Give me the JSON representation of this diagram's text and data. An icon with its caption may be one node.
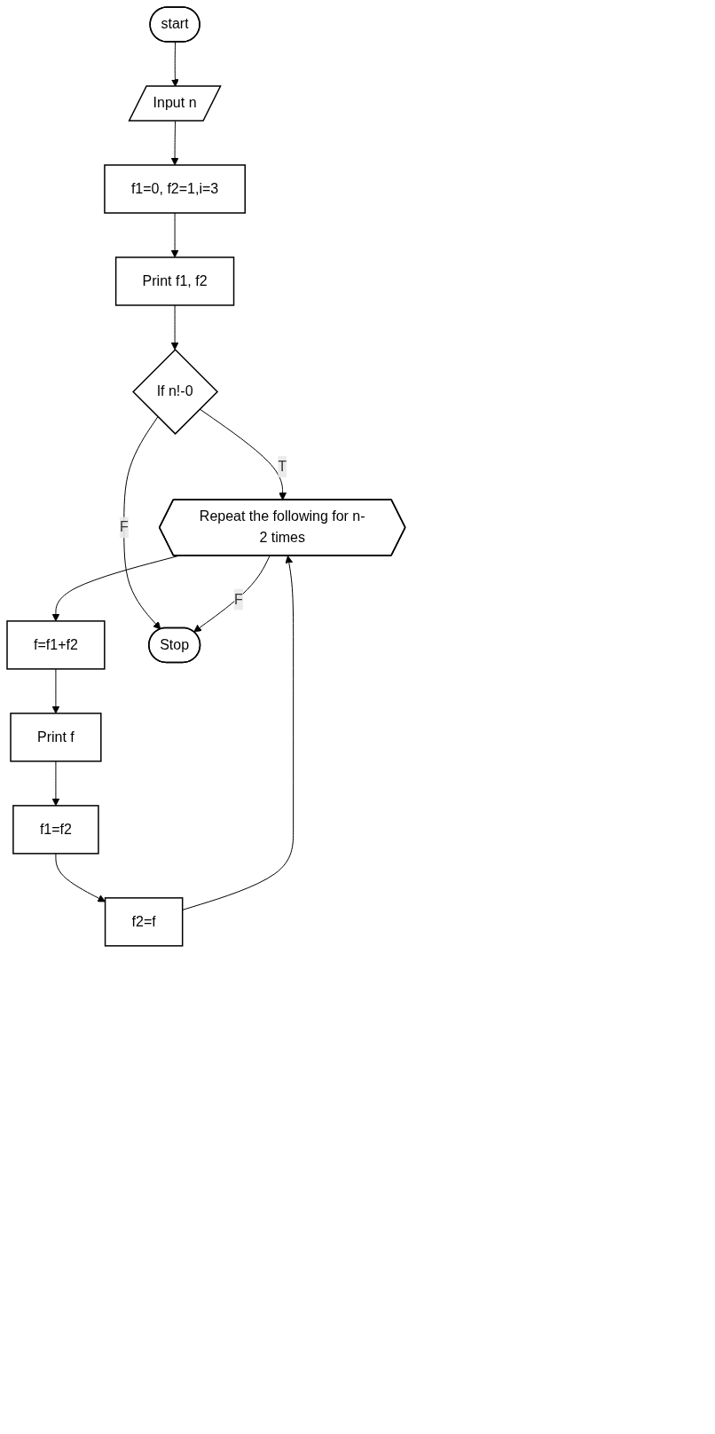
{
  "diagram": {
    "nodes": [
      {
        "text": [
          "start"
        ]
      },
      {
        "text": [
          "Input n"
        ]
      },
      {
        "text": [
          "f1=0, f2=1,i=3"
        ]
      },
      {
        "text": [
          "Print f1, f2"
        ]
      },
      {
        "text": [
          "If n!-0"
        ]
      },
      {
        "text": [
          "Repeat the following for n-2 times"
        ]
      },
      {
        "text": [
          "f=f1+f2"
        ]
      },
      {
        "text": [
          "Print  f"
        ]
      },
      {
        "text": [
          "f1=f2"
        ]
      },
      {
        "text": [
          "f2=f"
        ]
      },
      {
        "text": [
          "Stop"
        ]
      }
    ],
    "edges": [
      {
        "from": 0,
        "to": 1,
        "arrow": "to"
      },
      {
        "from": 1,
        "to": 2,
        "arrow": "to"
      },
      {
        "from": 2,
        "to": 3,
        "arrow": "to"
      },
      {
        "from": 3,
        "to": 4,
        "arrow": "to"
      },
      {
        "from": 4,
        "to": 5,
        "label": "T",
        "arrow": "to"
      },
      {
        "from": 4,
        "to": 10,
        "label": "F",
        "arrow": "to"
      },
      {
        "from": 5,
        "to": 6,
        "arrow": "to"
      },
      {
        "from": 6,
        "to": 7,
        "arrow": "to"
      },
      {
        "from": 7,
        "to": 8,
        "arrow": "to"
      },
      {
        "from": 8,
        "to": 9,
        "arrow": "to"
      },
      {
        "from": 9,
        "to": 5,
        "arrow": "to"
      },
      {
        "from": 5,
        "to": 10,
        "label": "F",
        "arrow": "to"
      }
    ]
  }
}
